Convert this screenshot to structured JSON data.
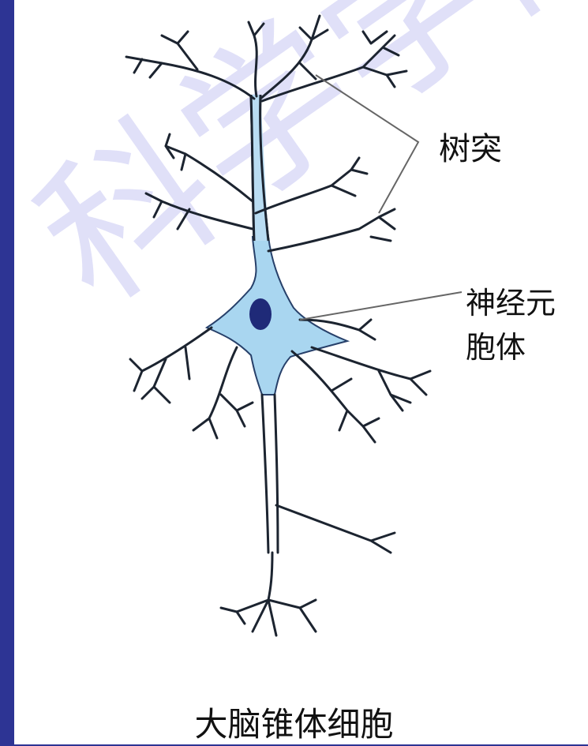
{
  "watermark": "科学学院",
  "labels": {
    "dendrite": "树突",
    "soma_line1": "神经元",
    "soma_line2": "胞体"
  },
  "caption": "大脑锥体细胞",
  "colors": {
    "background_border": "#2d3494",
    "cell_fill": "#a9d6f0",
    "cell_outline": "#27406a",
    "nucleus": "#1f2a78",
    "dendrite_stroke": "#1c2430",
    "pointer_line": "#666666",
    "watermark": "#c8c8f3"
  }
}
